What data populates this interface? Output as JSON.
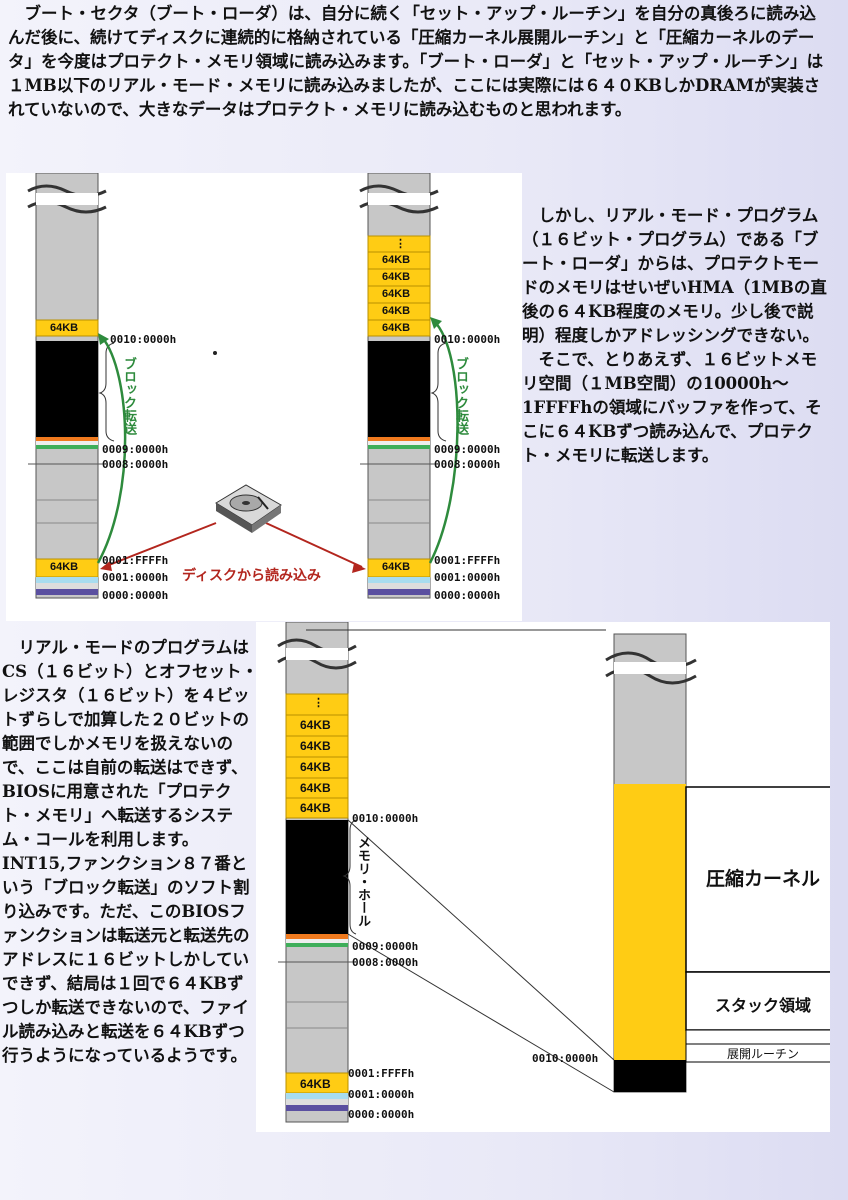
{
  "text": {
    "p1": "ブート・セクタ（ブート・ローダ）は、自分に続く「セット・アップ・ルーチン」を自分の真後ろに読み込んだ後に、続けてディスクに連続的に格納されている「圧縮カーネル展開ルーチン」と「圧縮カーネルのデータ」を今度はプロテクト・メモリ領域に読み込みます。「ブート・ローダ」と「セット・アップ・ルーチン」は１MB以下のリアル・モード・メモリに読み込みましたが、ここには実際には６４０KBしかDRAMが実装されていないので、大きなデータはプロテクト・メモリに読み込むものと思われます。",
    "p2": "　しかし、リアル・モード・プログラム（１６ビット・プログラム）である「ブート・ローダ」からは、プロテクトモードのメモリはせいぜいHMA（1MBの直後の６４KB程度のメモリ。少し後で説明）程度しかアドレッシングできない。\n　そこで、とりあえず、１６ビットメモリ空間（１MB空間）の10000h～1FFFFhの領域にバッファを作って、そこに６４KBずつ読み込んで、プロテクト・メモリに転送します。",
    "p3": "　リアル・モードのプログラムはCS（１６ビット）とオフセット・レジスタ（１６ビット）を４ビットずらしで加算した２０ビットの範囲でしかメモリを扱えないので、ここは自前の転送はできず、BIOSに用意された「プロテクト・メモリ」へ転送するシステム・コールを利用します。INT15,ファンクション８７番という「ブロック転送」のソフト割り込みです。ただ、このBIOSファンクションは転送元と転送先のアドレスに１６ビットしかしていできず、結局は１回で６４KBずつしか転送できないので、ファイル読み込みと転送を６４KBずつ行うようになっているようです。"
  },
  "diagram1": {
    "block": "64KB",
    "dots": "⋮",
    "addr_0010": "0010:0000h",
    "addr_0009": "0009:0000h",
    "addr_0008": "0008:0000h",
    "addr_0001ffff": "0001:FFFFh",
    "addr_0001": "0001:0000h",
    "addr_0000": "0000:0000h",
    "block_transfer": "ブロック転送",
    "disk_read": "ディスクから読み込み"
  },
  "diagram2": {
    "memory_hole": "メモリ・ホール",
    "compressed_kernel": "圧縮カーネル",
    "stack_area": "スタック領域",
    "expand_routine": "展開ルーチン"
  },
  "colors": {
    "block": "#ffcc14",
    "arrow_green": "#2e8b3d",
    "arrow_red": "#b3261e",
    "stripe_orange": "#f07a1e"
  }
}
